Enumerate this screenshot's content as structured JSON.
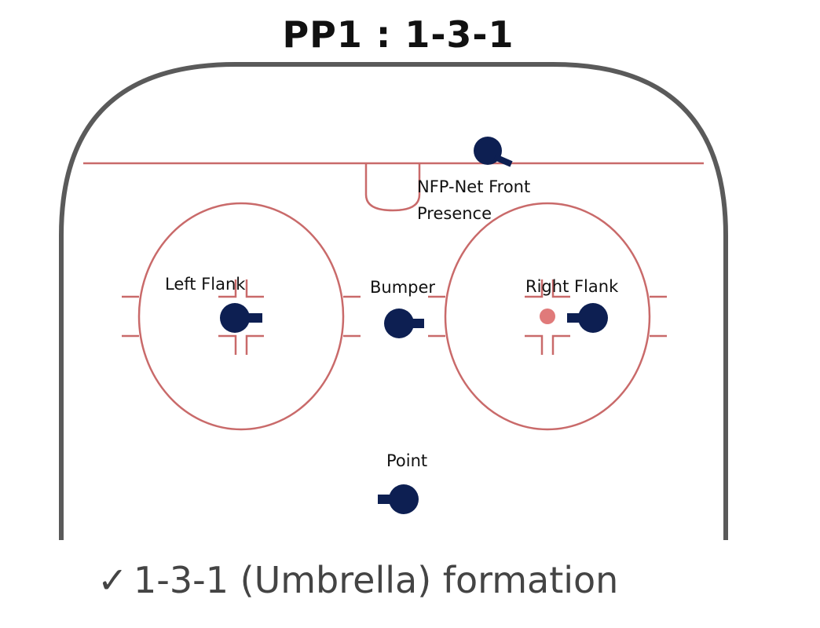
{
  "title": "PP1 : 1-3-1",
  "labels": {
    "nfp_line1": "NFP-Net Front",
    "nfp_line2": "Presence",
    "left_flank": "Left Flank",
    "bumper": "Bumper",
    "right_flank": "Right Flank",
    "point": "Point"
  },
  "caption": {
    "check": "✓",
    "text": "1-3-1 (Umbrella) formation"
  },
  "colors": {
    "player": "#0d1f52",
    "rink_markings": "#c96a6a",
    "boards": "#5a5a5a",
    "caption_text": "#444444"
  }
}
